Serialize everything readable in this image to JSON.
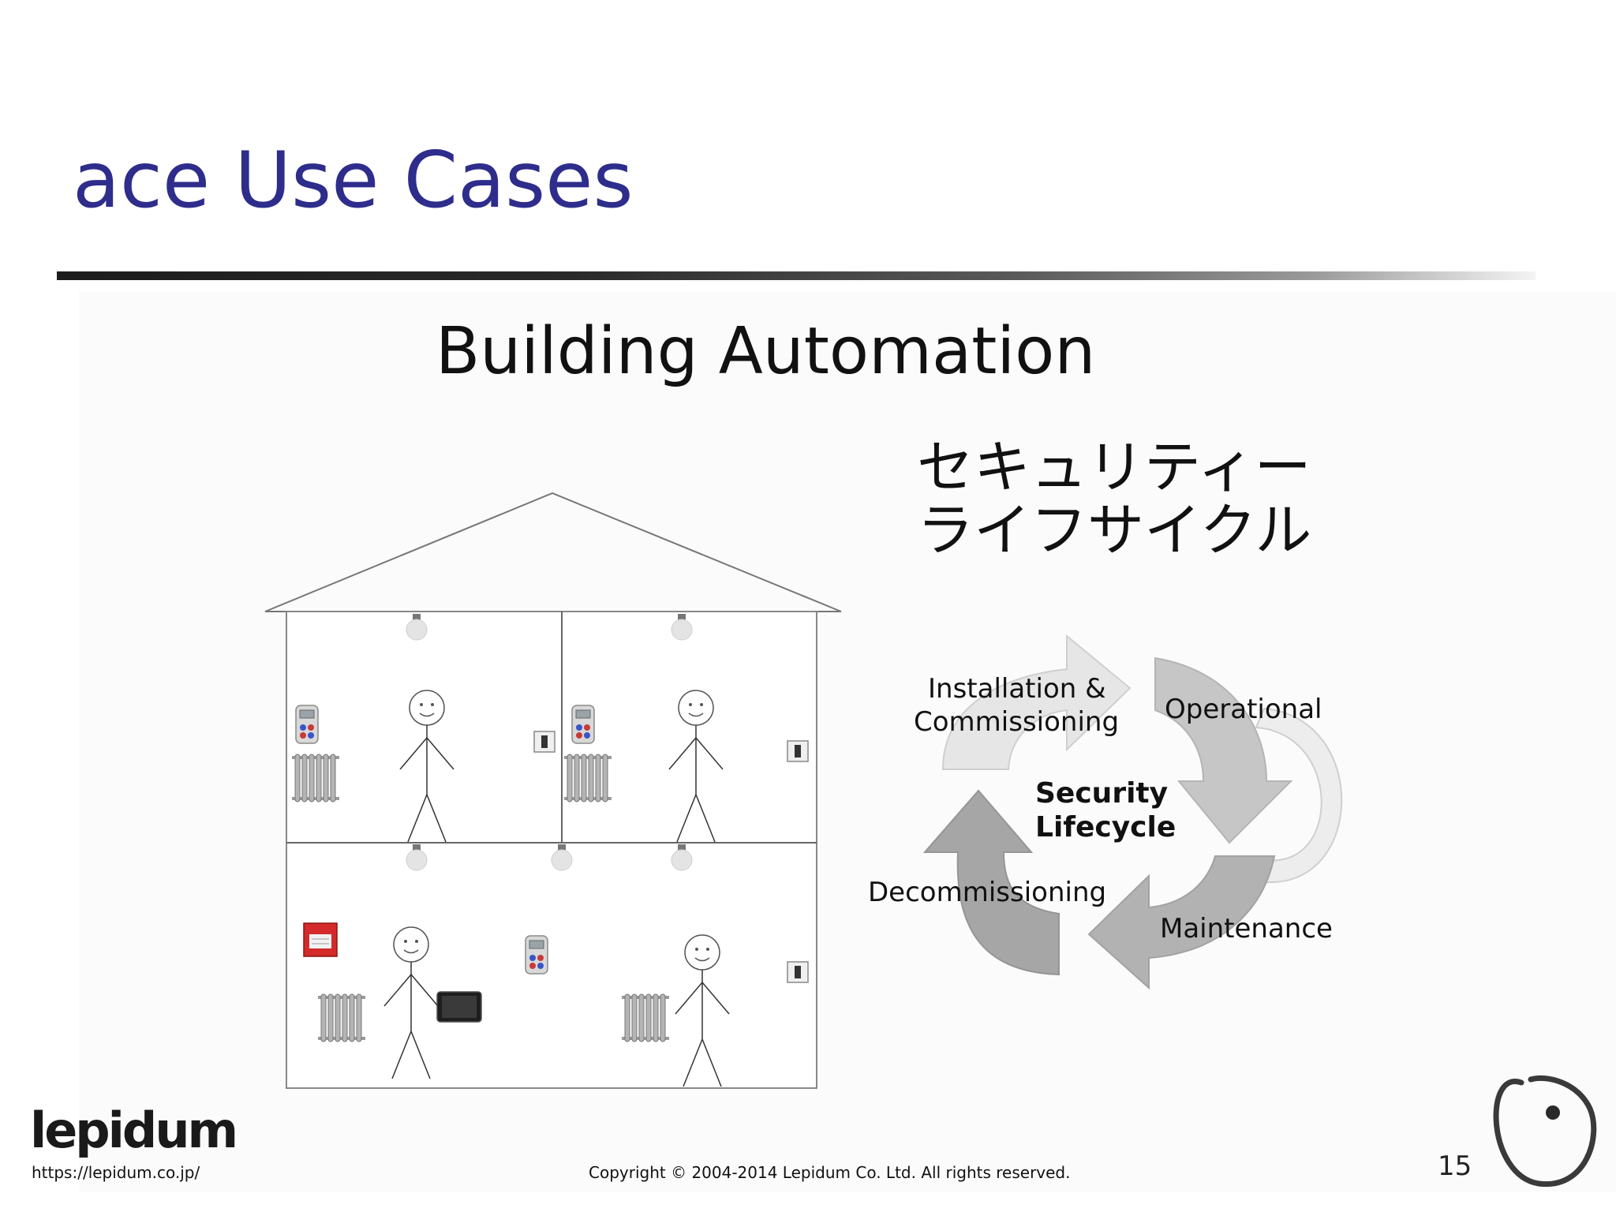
{
  "slide": {
    "title": "ace Use Cases",
    "page_number": "15"
  },
  "figure": {
    "heading": "Building Automation",
    "caption_jp_line1": "セキュリティー",
    "caption_jp_line2": "ライフサイクル",
    "lifecycle": {
      "center_line1": "Security",
      "center_line2": "Lifecycle",
      "stage_installation_line1": "Installation &",
      "stage_installation_line2": "Commissioning",
      "stage_operational": "Operational",
      "stage_maintenance": "Maintenance",
      "stage_decommissioning": "Decommissioning"
    }
  },
  "footer": {
    "logo_text": "lepidum",
    "url": "https://lepidum.co.jp/",
    "copyright": "Copyright © 2004-2014 Lepidum Co. Ltd. All rights reserved."
  },
  "colors": {
    "title": "#2e2d8c",
    "arrow_light": "#e6e6e6",
    "arrow_mid": "#c4c4c4",
    "arrow_dark": "#a4a4a4",
    "fire_alarm": "#d42a2a"
  }
}
